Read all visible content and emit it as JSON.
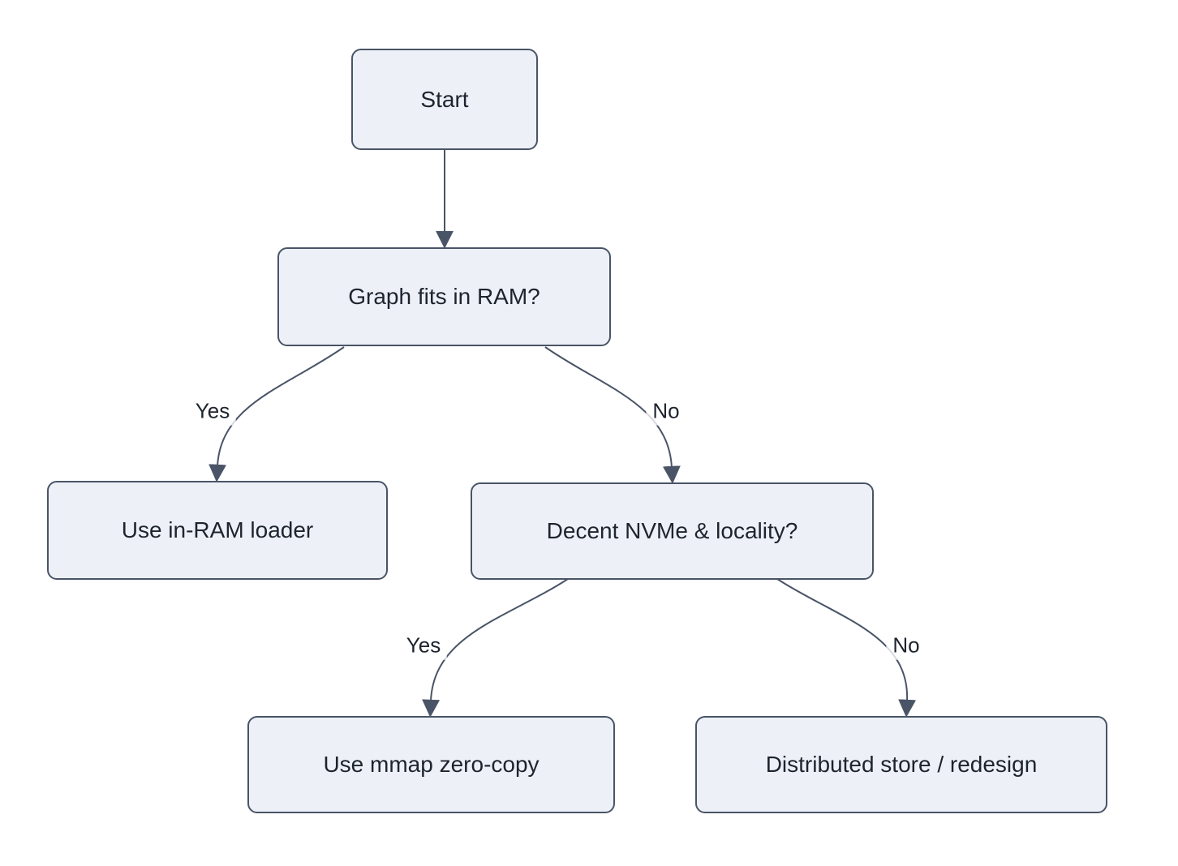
{
  "diagram": {
    "type": "flowchart",
    "direction": "top-down",
    "colors": {
      "background": "#FFFFFF",
      "node_fill": "#EDF1F7",
      "node_border": "#4A5467",
      "edge_line": "#4A5467",
      "text": "#1E242E",
      "edge_label_bg": "rgba(255,255,255,0.78)"
    },
    "nodes": [
      {
        "id": "start",
        "label": "Start"
      },
      {
        "id": "fits_ram",
        "label": "Graph fits in RAM?"
      },
      {
        "id": "inram_loader",
        "label": "Use in-RAM loader"
      },
      {
        "id": "nvme_locality",
        "label": "Decent NVMe & locality?"
      },
      {
        "id": "mmap_zerocopy",
        "label": "Use mmap zero-copy"
      },
      {
        "id": "distributed",
        "label": "Distributed store / redesign"
      }
    ],
    "edges": [
      {
        "from": "start",
        "to": "fits_ram",
        "label": ""
      },
      {
        "from": "fits_ram",
        "to": "inram_loader",
        "label": "Yes"
      },
      {
        "from": "fits_ram",
        "to": "nvme_locality",
        "label": "No"
      },
      {
        "from": "nvme_locality",
        "to": "mmap_zerocopy",
        "label": "Yes"
      },
      {
        "from": "nvme_locality",
        "to": "distributed",
        "label": "No"
      }
    ]
  }
}
